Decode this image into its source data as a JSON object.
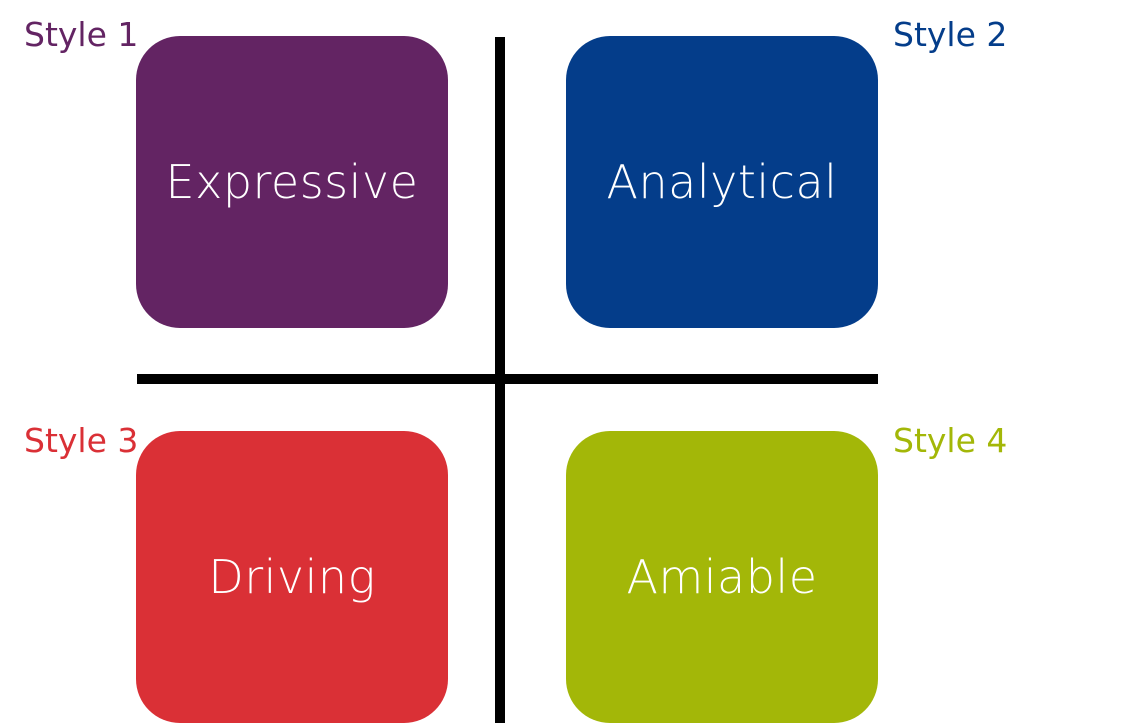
{
  "quadrants": [
    {
      "style_label": "Style 1",
      "name": "Expressive",
      "color": "#632463",
      "label_color": "#632463"
    },
    {
      "style_label": "Style 2",
      "name": "Analytical",
      "color": "#043d8a",
      "label_color": "#043d8a"
    },
    {
      "style_label": "Style 3",
      "name": "Driving",
      "color": "#da3036",
      "label_color": "#da3036"
    },
    {
      "style_label": "Style 4",
      "name": "Amiable",
      "color": "#a3b708",
      "label_color": "#a3b708"
    }
  ]
}
